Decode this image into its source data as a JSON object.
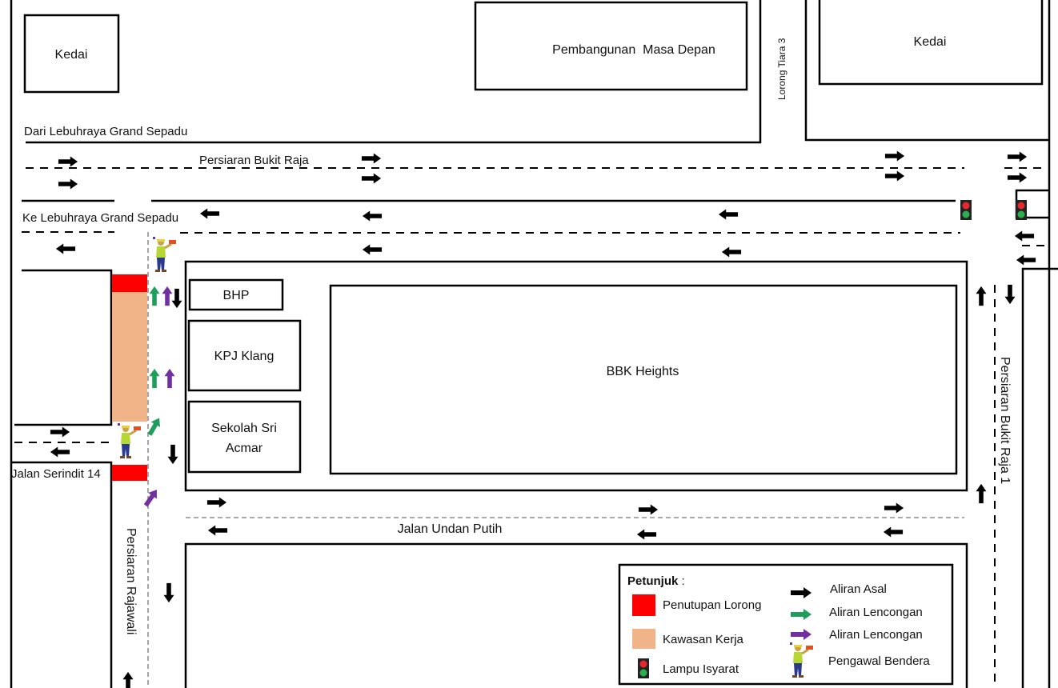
{
  "buildings": {
    "kedai_left": "Kedai",
    "future_dev": "Pembangunan  Masa Depan",
    "kedai_right": "Kedai",
    "bhp": "BHP",
    "kpj": "KPJ Klang",
    "school_line1": "Sekolah Sri",
    "school_line2": "Acmar",
    "bbk": "BBK Heights"
  },
  "roads": {
    "lorong_tiara": "Lorong Tiara 3",
    "from_highway": "Dari Lebuhraya Grand Sepadu",
    "bukit_raja": "Persiaran Bukit Raja",
    "to_highway": "Ke Lebuhraya Grand Sepadu",
    "serindit": "Jalan Serindit 14",
    "undan_putih": "Jalan Undan Putih",
    "rajawali": "Persiaran Rajawali",
    "bukit_raja_1": "Persiaran Bukit Raja 1"
  },
  "legend": {
    "title": "Petunjuk",
    "title_suffix": " :",
    "items": [
      {
        "label": "Penutupan Lorong",
        "color": "#ff0000"
      },
      {
        "label": "Kawasan Kerja",
        "color": "#f0b488"
      },
      {
        "label": "Lampu Isyarat",
        "icon": "traffic-light-icon"
      },
      {
        "label": "Aliran Asal",
        "color": "#000000"
      },
      {
        "label": "Aliran Lencongan",
        "color": "#1e9e5a"
      },
      {
        "label": "Aliran Lencongan",
        "color": "#7030a0"
      },
      {
        "label": "Pengawal Bendera",
        "icon": "flagman-icon"
      }
    ]
  }
}
